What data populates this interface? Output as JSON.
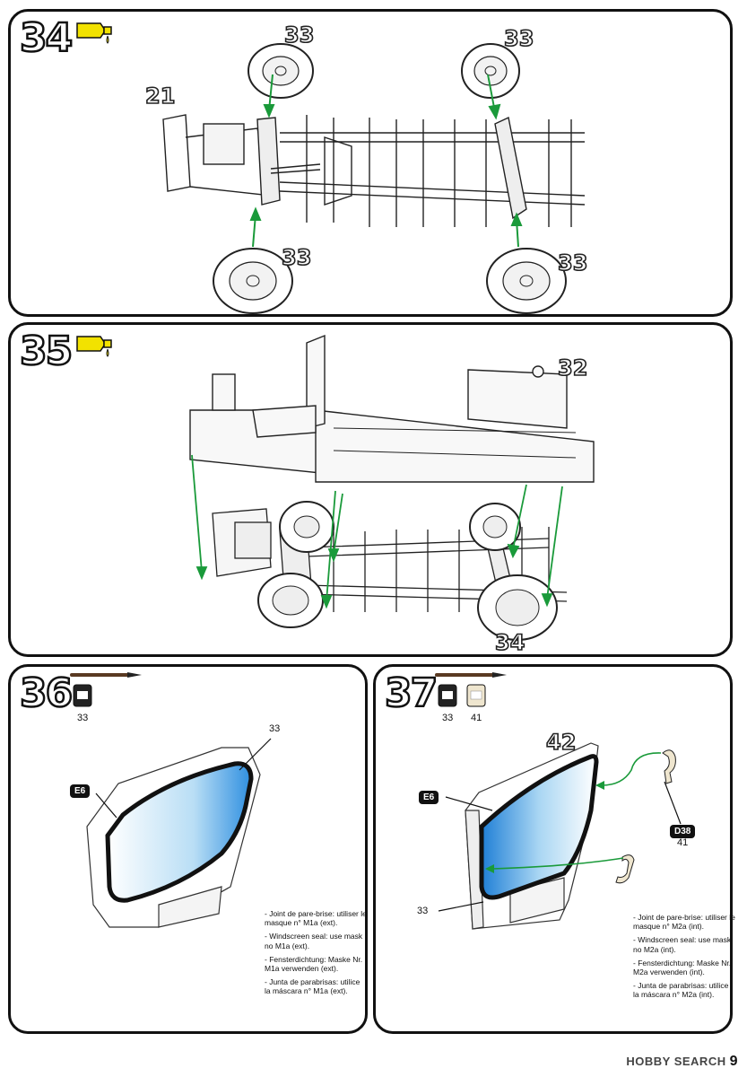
{
  "steps": [
    {
      "number": "34",
      "parts": {
        "w1": "33",
        "w2": "33",
        "w3": "33",
        "w4": "33",
        "chassis": "21"
      }
    },
    {
      "number": "35",
      "parts": {
        "body": "32",
        "bottom": "34"
      }
    },
    {
      "number": "36",
      "paint": [
        "33"
      ],
      "parts": {
        "glass": "33",
        "tag": "E6"
      },
      "notes": [
        "- Joint de pare-brise: utiliser le masque n° M1a (ext).",
        "- Windscreen seal: use mask no M1a (ext).",
        "- Fensterdichtung: Maske Nr. M1a verwenden (ext).",
        "- Junta de parabrisas: utilice la máscara n° M1a (ext)."
      ]
    },
    {
      "number": "37",
      "paint": [
        "33",
        "41"
      ],
      "parts": {
        "frame": "42",
        "tag": "E6",
        "seal": "33",
        "hinge_tag": "D38",
        "hinge_paint": "41"
      },
      "notes": [
        "- Joint de pare-brise: utiliser le masque n° M2a (int).",
        "- Windscreen seal: use mask no M2a (int).",
        "- Fensterdichtung: Maske Nr. M2a verwenden (int).",
        "- Junta de parabrisas: utilice la máscara n° M2a (int)."
      ]
    }
  ],
  "footer": {
    "brand": "HOBBY SEARCH",
    "page": "9"
  },
  "colors": {
    "arrow": "#1a9a3a",
    "glue": "#f2e200",
    "glass": "#2f8fe0",
    "paint33": "#222222",
    "paint41": "#efe6cf"
  }
}
